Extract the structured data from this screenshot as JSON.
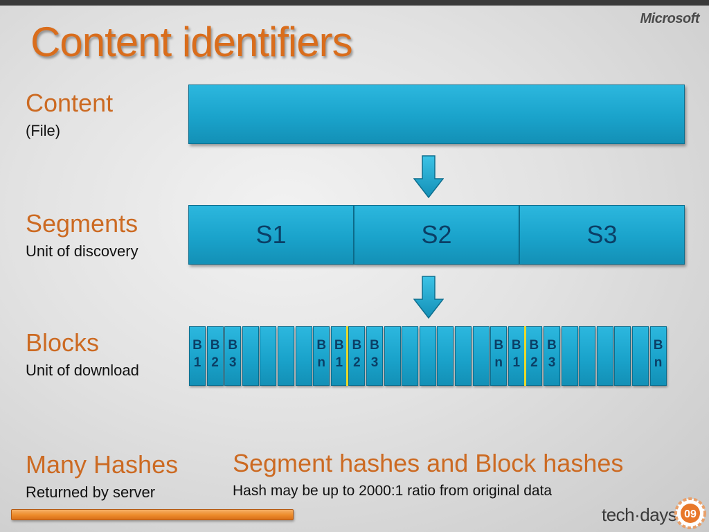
{
  "slide": {
    "title": "Content identifiers",
    "brand": "Microsoft",
    "event": "tech·days",
    "event_badge": "09"
  },
  "rows": {
    "content": {
      "label": "Content",
      "sub": "(File)"
    },
    "segments": {
      "label": "Segments",
      "sub": "Unit of discovery"
    },
    "blocks": {
      "label": "Blocks",
      "sub": "Unit of download"
    },
    "hashes": {
      "label": "Many Hashes",
      "sub": "Returned by server"
    }
  },
  "segments": [
    "S1",
    "S2",
    "S3"
  ],
  "blocks": [
    {
      "t": "B",
      "b": "1"
    },
    {
      "t": "B",
      "b": "2"
    },
    {
      "t": "B",
      "b": "3"
    },
    {
      "t": "",
      "b": ""
    },
    {
      "t": "",
      "b": ""
    },
    {
      "t": "",
      "b": ""
    },
    {
      "t": "",
      "b": ""
    },
    {
      "t": "B",
      "b": "n"
    },
    {
      "t": "B",
      "b": "1"
    },
    {
      "t": "B",
      "b": "2"
    },
    {
      "t": "B",
      "b": "3"
    },
    {
      "t": "",
      "b": ""
    },
    {
      "t": "",
      "b": ""
    },
    {
      "t": "",
      "b": ""
    },
    {
      "t": "",
      "b": ""
    },
    {
      "t": "",
      "b": ""
    },
    {
      "t": "",
      "b": ""
    },
    {
      "t": "B",
      "b": "n"
    },
    {
      "t": "B",
      "b": "1"
    },
    {
      "t": "B",
      "b": "2"
    },
    {
      "t": "B",
      "b": "3"
    },
    {
      "t": "",
      "b": ""
    },
    {
      "t": "",
      "b": ""
    },
    {
      "t": "",
      "b": ""
    },
    {
      "t": "",
      "b": ""
    },
    {
      "t": "",
      "b": ""
    },
    {
      "t": "B",
      "b": "n"
    }
  ],
  "hashes": {
    "heading": "Segment hashes and Block hashes",
    "detail": "Hash may be up to 2000:1 ratio from original data"
  },
  "colors": {
    "accent": "#cc6a22",
    "bar": "#1aa3cb",
    "divider": "#e8d82a",
    "text_dark": "#0b3f66"
  }
}
